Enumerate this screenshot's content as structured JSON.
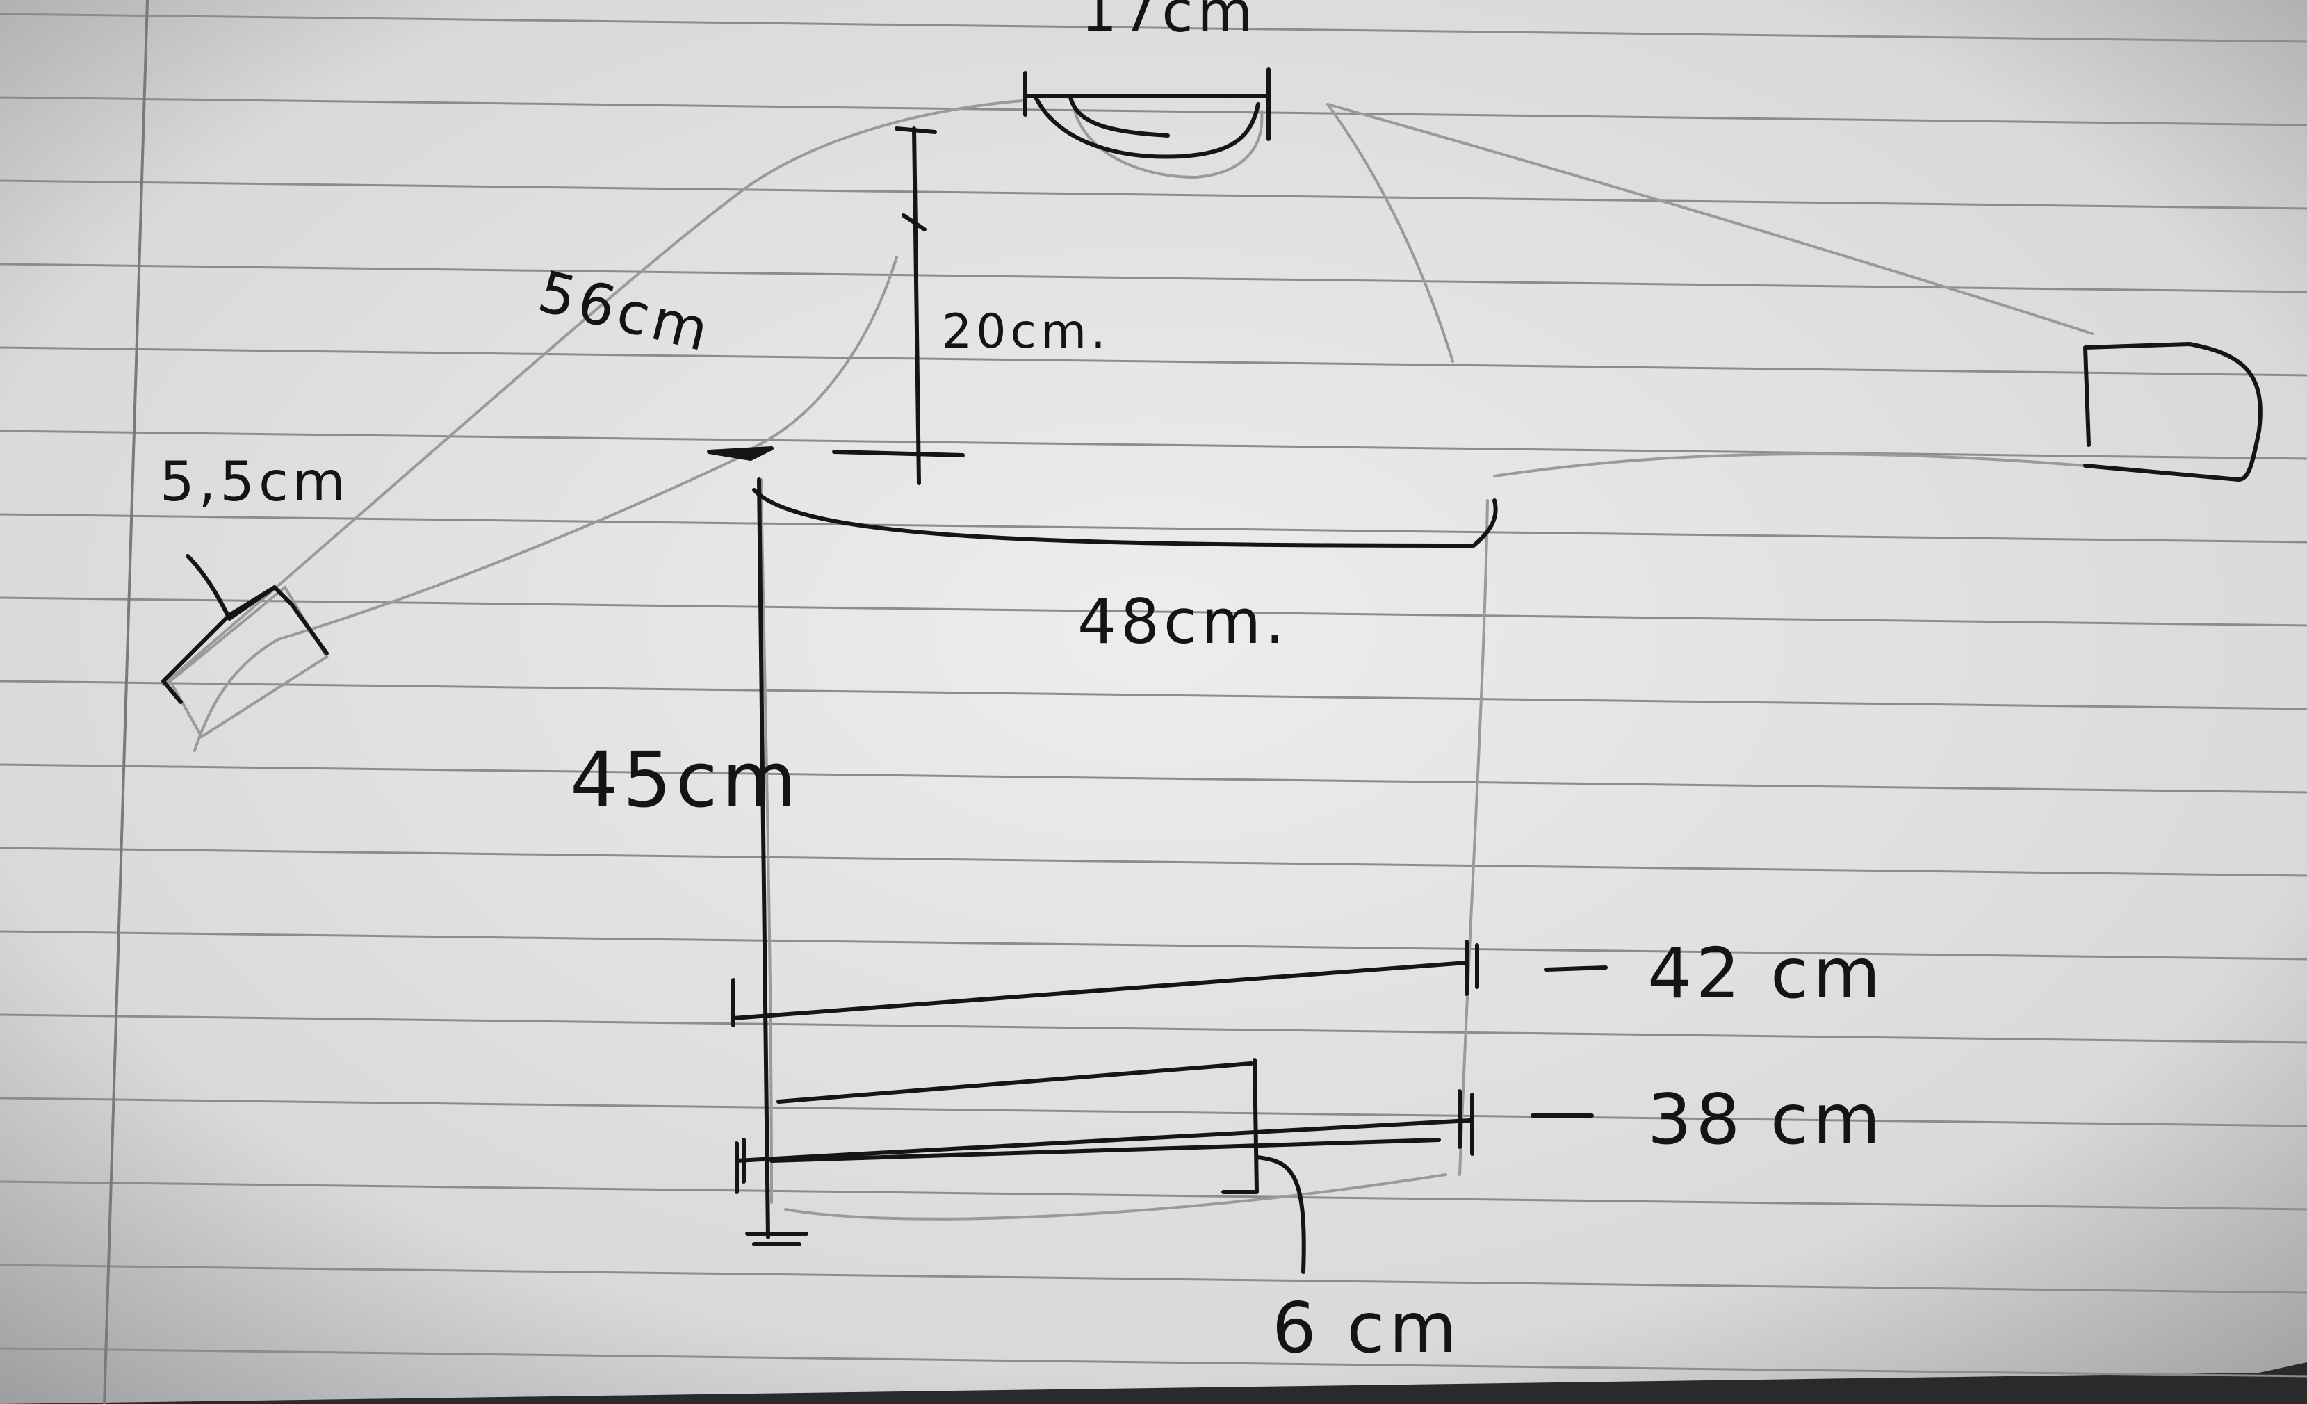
{
  "sketch": {
    "title": "Sweater schematic",
    "measurements": {
      "neck_width": "17cm",
      "sleeve_length": "56cm",
      "raglan_depth": "20cm.",
      "cuff_width": "5,5cm",
      "chest_width": "48cm.",
      "body_length": "45cm",
      "waist_width": "42 cm",
      "hem_width": "38 cm",
      "ribbing_depth": "6 cm"
    },
    "colors": {
      "paper": "#e9e9e9",
      "rule_lines": "#8c8c8c",
      "margin_line": "#7a7a7a",
      "pencil": "#9a9a9a",
      "pen": "#151515"
    }
  }
}
